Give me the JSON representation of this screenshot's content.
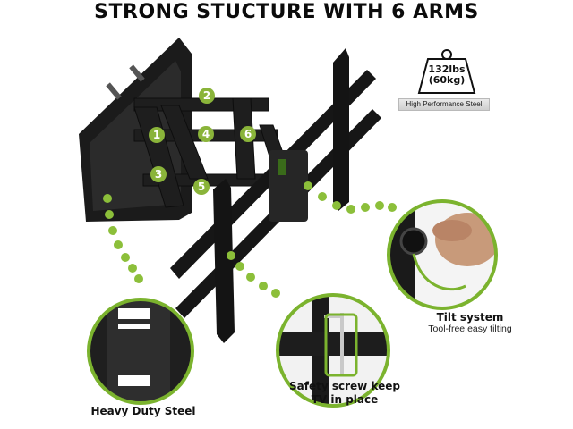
{
  "headline": "STRONG STUCTURE WITH 6 ARMS",
  "weight": {
    "lbs": "132lbs",
    "kg": "(60kg)"
  },
  "steel_tag": "High Performance Steel",
  "arms": [
    "1",
    "2",
    "3",
    "4",
    "5",
    "6"
  ],
  "captions": {
    "heavy": "Heavy Duty Steel",
    "safety_line1": "Safety screw keep",
    "safety_line2": "TV in place",
    "tilt_title": "Tilt system",
    "tilt_sub": "Tool-free easy tilting"
  },
  "colors": {
    "accent": "#8ab43a",
    "metal": "#1a1a1a",
    "ring": "#7bb32e"
  }
}
